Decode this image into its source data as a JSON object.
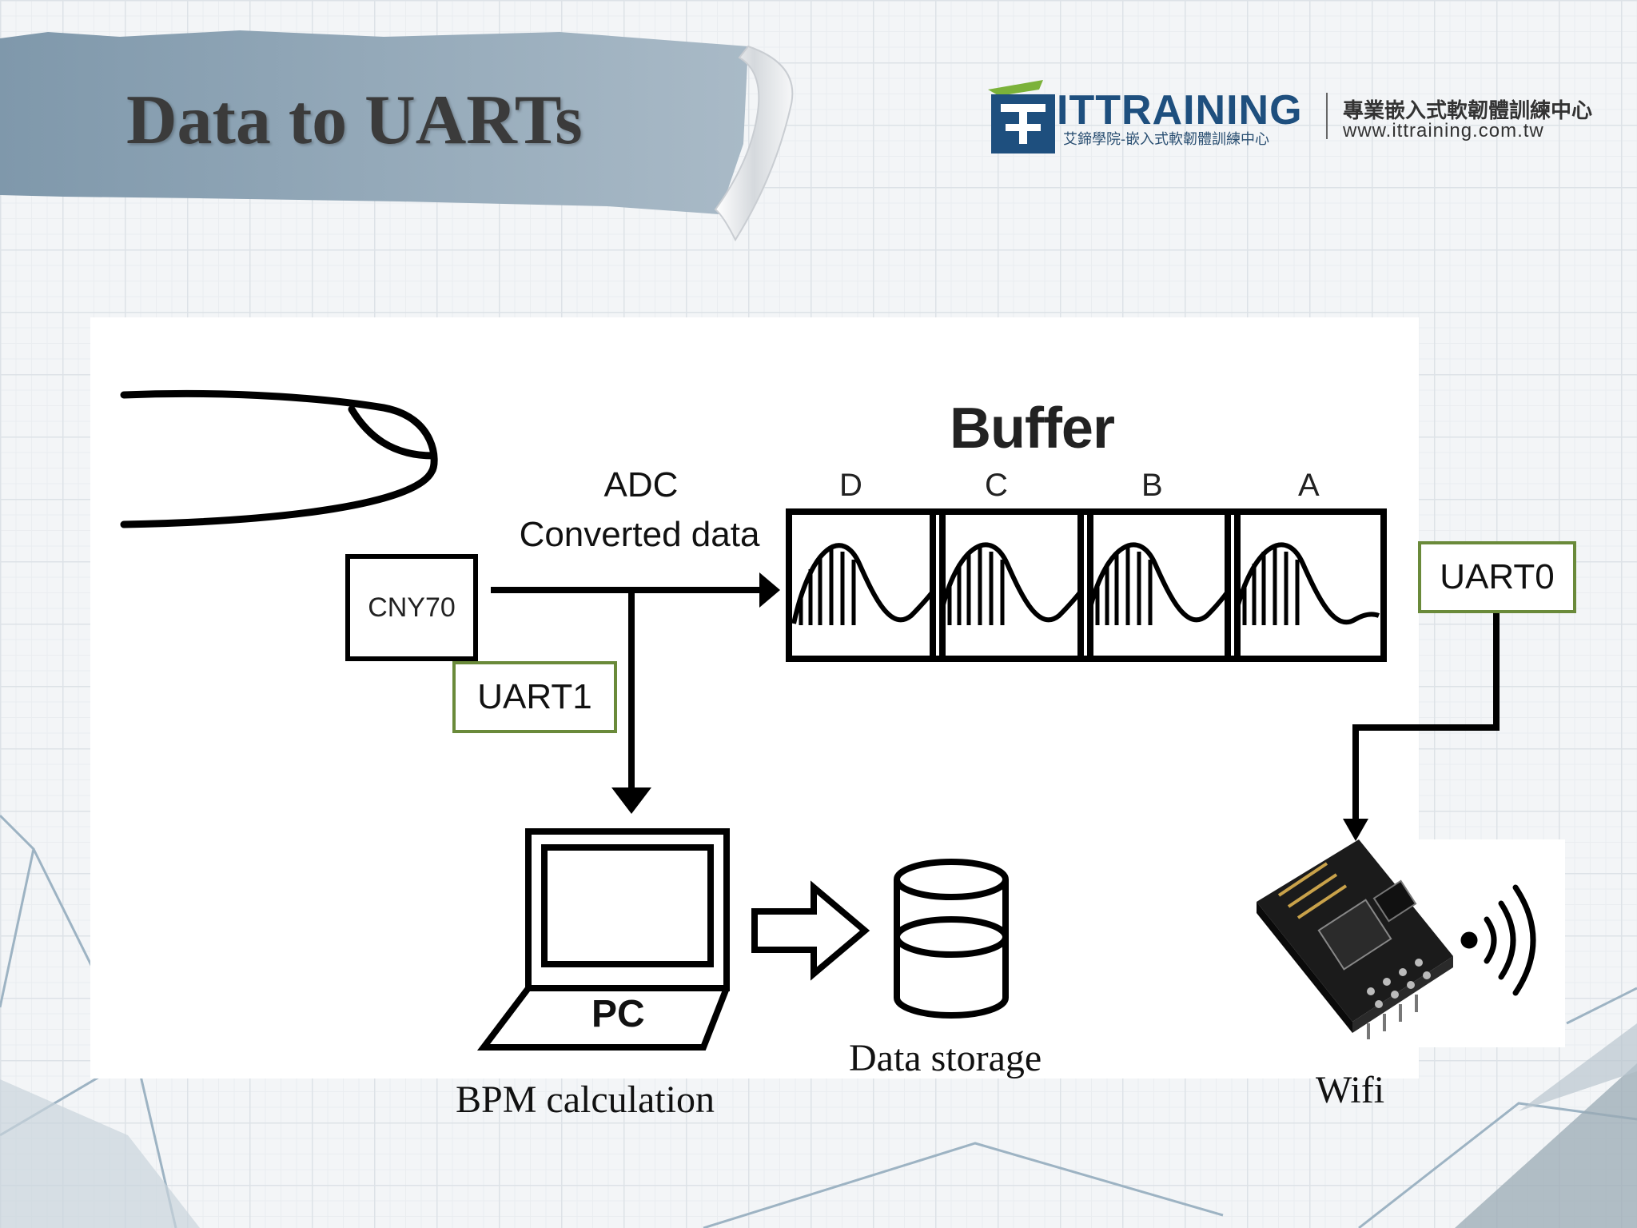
{
  "slide": {
    "title": "Data to UARTs"
  },
  "logo": {
    "brand": "ITTRAINING",
    "subtitle": "艾鍗學院-嵌入式軟韌體訓練中心",
    "chinese_name": "專業嵌入式軟韌體訓練中心",
    "url": "www.ittraining.com.tw"
  },
  "diagram": {
    "sensor_label": "CNY70",
    "adc_line1": "ADC",
    "adc_line2": "Converted data",
    "buffer_title": "Buffer",
    "buffer_slots": [
      "D",
      "C",
      "B",
      "A"
    ],
    "uart1": "UART1",
    "uart0": "UART0",
    "pc_label": "PC",
    "bpm_label": "BPM calculation",
    "storage_label": "Data storage",
    "wifi_label": "Wifi"
  },
  "colors": {
    "title_band": "#8fa5b6",
    "uart_border": "#6a8a3a",
    "brand": "#1e4f7e"
  }
}
